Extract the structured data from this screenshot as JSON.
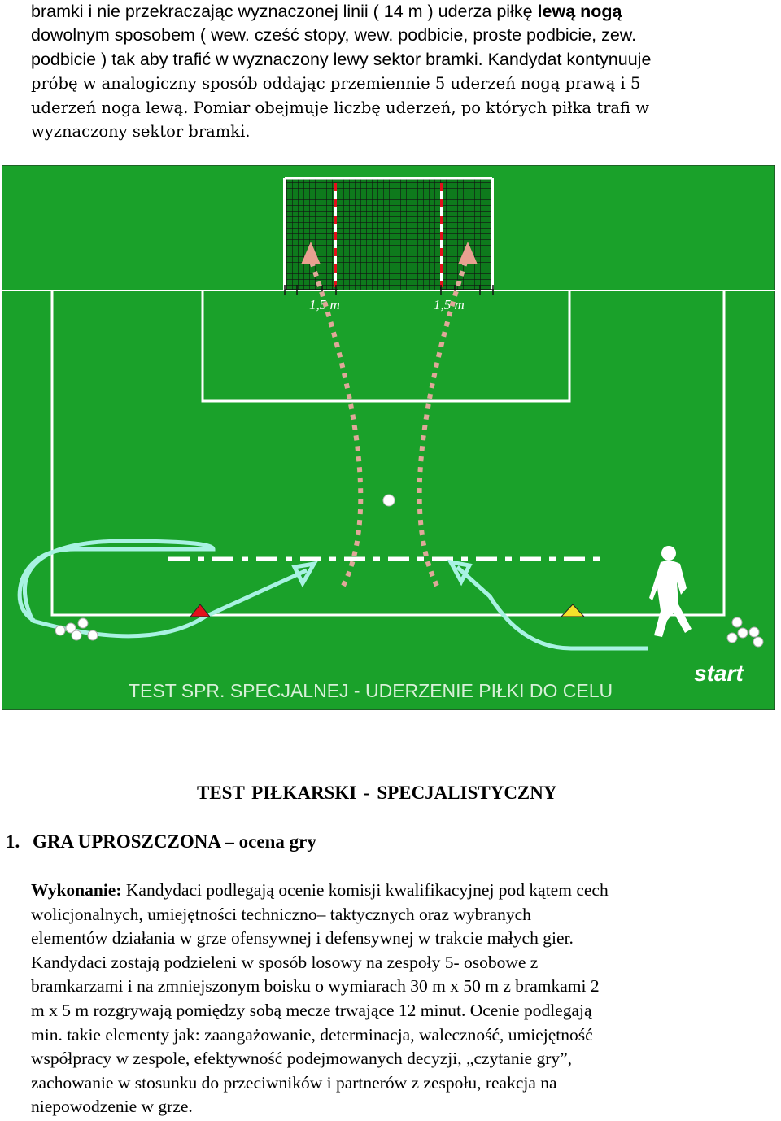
{
  "intro": {
    "line1_a": "bramki i nie przekraczając wyznaczonej linii ( 14 m ) uderza piłkę ",
    "line1_b": "lewą nogą",
    "line2": "dowolnym sposobem ( wew. cześć stopy, wew. podbicie, proste podbicie, zew.",
    "line3": "podbicie ) tak aby trafić w wyznaczony lewy sektor bramki. ",
    "line3_b": "Kandydat kontynuuje",
    "line4": "próbę w analogiczny sposób oddając przemiennie 5 uderzeń nogą prawą i 5",
    "line5_a": "uderzeń noga lewą. ",
    "line5_b": "Pomiar obejmuje liczbę uderzeń, po których piłka trafi w",
    "line6": "wyznaczony sektor bramki."
  },
  "diagram": {
    "label_left": "1,5 m",
    "label_right": "1,5 m",
    "caption": "TEST SPR. SPECJALNEJ - UDERZENIE PIŁKI DO CELU",
    "start_label": "start",
    "colors": {
      "pitch": "#1aa12a",
      "lines": "#ffffff",
      "net": "#111111",
      "path": "#d9a08f",
      "run_arrow": "#9ff0e0",
      "cone_left": "#e3101c",
      "cone_right": "#f5e12a"
    }
  },
  "heading": "TEST  PIŁKARSKI -  SPECJALISTYCZNY",
  "section": {
    "number": "1.",
    "title": "GRA UPROSZCZONA – ocena gry"
  },
  "body": {
    "label": "Wykonanie:",
    "line1": " Kandydaci podlegają ocenie komisji kwalifikacyjnej pod kątem cech",
    "line2": "wolicjonalnych, umiejętności techniczno– taktycznych oraz wybranych",
    "line3": "elementów działania w grze ofensywnej i defensywnej w trakcie małych gier.",
    "line4": "Kandydaci zostają podzieleni w sposób losowy na zespoły 5- osobowe z",
    "line5": "bramkarzami i na  zmniejszonym boisku o wymiarach 30 m x 50 m z bramkami 2",
    "line6": "m x 5 m rozgrywają pomiędzy sobą mecze trwające 12 minut.  Ocenie podlegają",
    "line7": "min. takie elementy jak: zaangażowanie, determinacja, waleczność, umiejętność",
    "line8": "współpracy w zespole, efektywność podejmowanych decyzji, „czytanie gry”,",
    "line9": "zachowanie w stosunku do przeciwników i partnerów z zespołu, reakcja na",
    "line10": "niepowodzenie w grze."
  }
}
